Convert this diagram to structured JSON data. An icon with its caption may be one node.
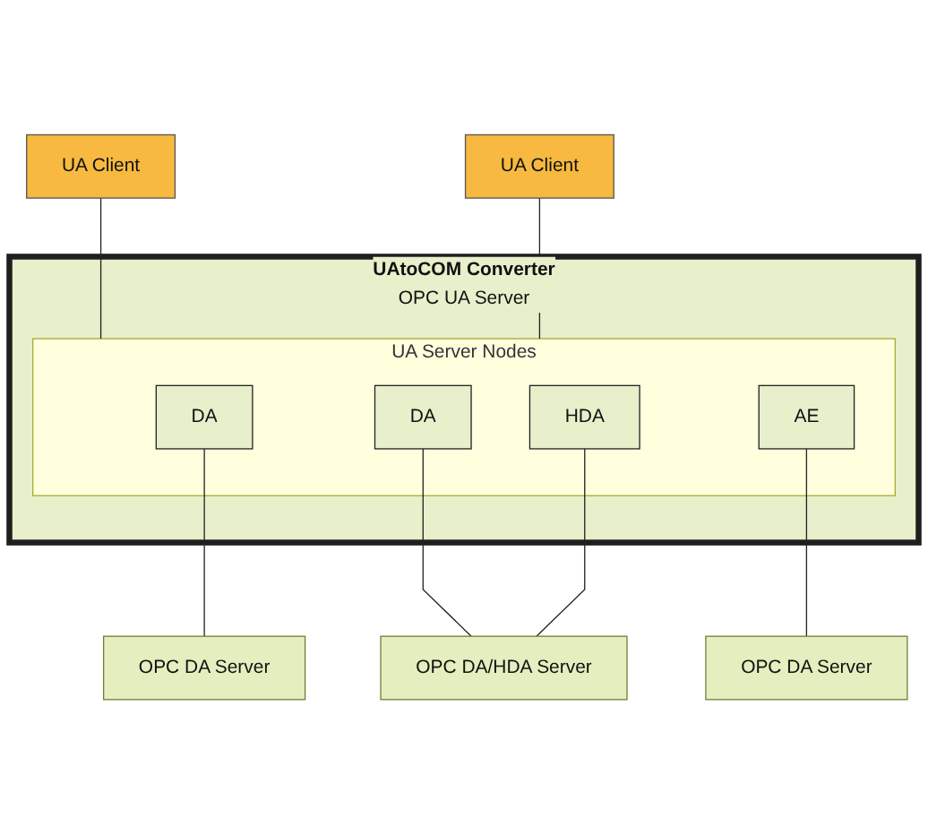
{
  "diagram": {
    "nodes": [
      {
        "text": [
          "UA Client"
        ]
      },
      {
        "text": [
          "UA Client"
        ]
      },
      {
        "text": [
          "UAtoCOM Converter",
          "OPC UA Server"
        ]
      },
      {
        "text": [
          "UA Server Nodes"
        ],
        "in": 2
      },
      {
        "text": [
          "DA"
        ],
        "in": 3
      },
      {
        "text": [
          "DA"
        ],
        "in": 3
      },
      {
        "text": [
          "HDA"
        ],
        "in": 3
      },
      {
        "text": [
          "AE"
        ],
        "in": 3
      },
      {
        "text": [
          "OPC DA Server"
        ]
      },
      {
        "text": [
          "OPC DA/HDA Server"
        ]
      },
      {
        "text": [
          "OPC DA Server"
        ]
      }
    ],
    "edges": [
      {
        "from": 0,
        "to": 3,
        "arrow": "none"
      },
      {
        "from": 1,
        "to": 3,
        "arrow": "none"
      },
      {
        "from": 4,
        "to": 8,
        "arrow": "none"
      },
      {
        "from": 5,
        "to": 9,
        "arrow": "none"
      },
      {
        "from": 6,
        "to": 9,
        "arrow": "none"
      },
      {
        "from": 7,
        "to": 10,
        "arrow": "none"
      }
    ]
  }
}
